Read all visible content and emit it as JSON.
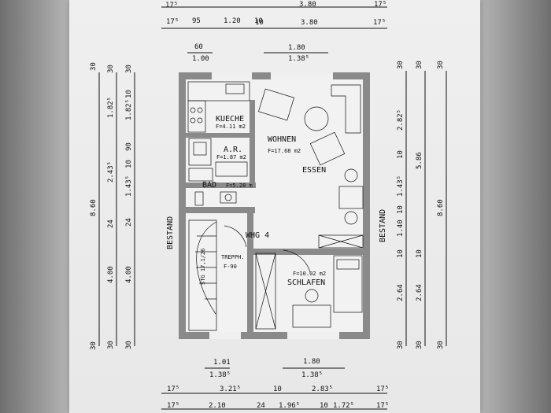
{
  "side_labels": {
    "left": "BESTAND",
    "right": "BESTAND"
  },
  "rooms": {
    "kitchen": {
      "name": "KUECHE",
      "area": "F=4.11 m2"
    },
    "living": {
      "name": "WOHNEN",
      "area": "F=17.68 m2"
    },
    "storage": {
      "name": "A.R.",
      "area": "F=1.87 m2"
    },
    "dining": {
      "name": "ESSEN"
    },
    "bath": {
      "name": "BAD",
      "area": "F=5.28 m"
    },
    "unit": {
      "name": "WHG 4"
    },
    "stairs": {
      "name": "TREPPH.",
      "area": "F-90",
      "steps": "STG 17,1/26"
    },
    "bedroom": {
      "name": "SCHLAFEN",
      "area": "F=10.02 m2"
    }
  },
  "dimensions": {
    "top_row_1": [
      "17⁵",
      "95",
      "1.20",
      "10",
      "3.80",
      "17⁵"
    ],
    "top_row_2": [
      "17⁵",
      "10",
      "3.80",
      "17⁵"
    ],
    "top_openings": [
      "60",
      "1.00",
      "1.80",
      "1.38⁵"
    ],
    "left_outer": [
      "30",
      "8.60",
      "30"
    ],
    "left_middle": [
      "30",
      "1.82⁵",
      "2.43⁵",
      "24",
      "4.00",
      "30"
    ],
    "left_inner": [
      "30",
      "10",
      "1.82⁵",
      "90",
      "10",
      "1.43⁵",
      "24",
      "4.00",
      "30"
    ],
    "right_outer": [
      "30",
      "8.60",
      "30"
    ],
    "right_middle": [
      "30",
      "5.86",
      "10",
      "2.64",
      "30"
    ],
    "right_inner": [
      "30",
      "2.82⁵",
      "10",
      "1.43⁵",
      "10",
      "1.40",
      "10",
      "2.64",
      "30"
    ],
    "bottom_openings": [
      "1.01",
      "1.38⁵",
      "1.80",
      "1.38⁵"
    ],
    "bottom_row_1": [
      "17⁵",
      "3.21⁵",
      "10",
      "2.83⁵",
      "17⁵"
    ],
    "bottom_row_2": [
      "17⁵",
      "2.10",
      "24",
      "1.96⁵",
      "10",
      "1.72⁵",
      "17⁵"
    ]
  }
}
